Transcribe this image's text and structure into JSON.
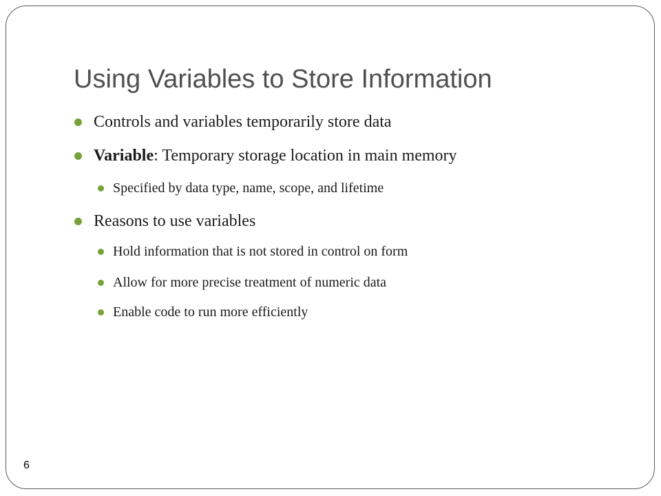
{
  "slide": {
    "title": "Using Variables to Store Information",
    "number": "6",
    "bullets": [
      {
        "text": "Controls and variables temporarily store data"
      },
      {
        "term": "Variable",
        "text": ": Temporary storage location in main memory"
      },
      {
        "text": "Specified by data type, name, scope, and lifetime"
      },
      {
        "text": "Reasons to use variables"
      },
      {
        "text": "Hold information that is not stored in control on form"
      },
      {
        "text": "Allow for more precise treatment of numeric data"
      },
      {
        "text": "Enable code to run more efficiently"
      }
    ]
  },
  "colors": {
    "bullet": "#76a23a",
    "title": "#505050",
    "body_text": "#1a1a1a",
    "border": "#5a5a5a"
  }
}
